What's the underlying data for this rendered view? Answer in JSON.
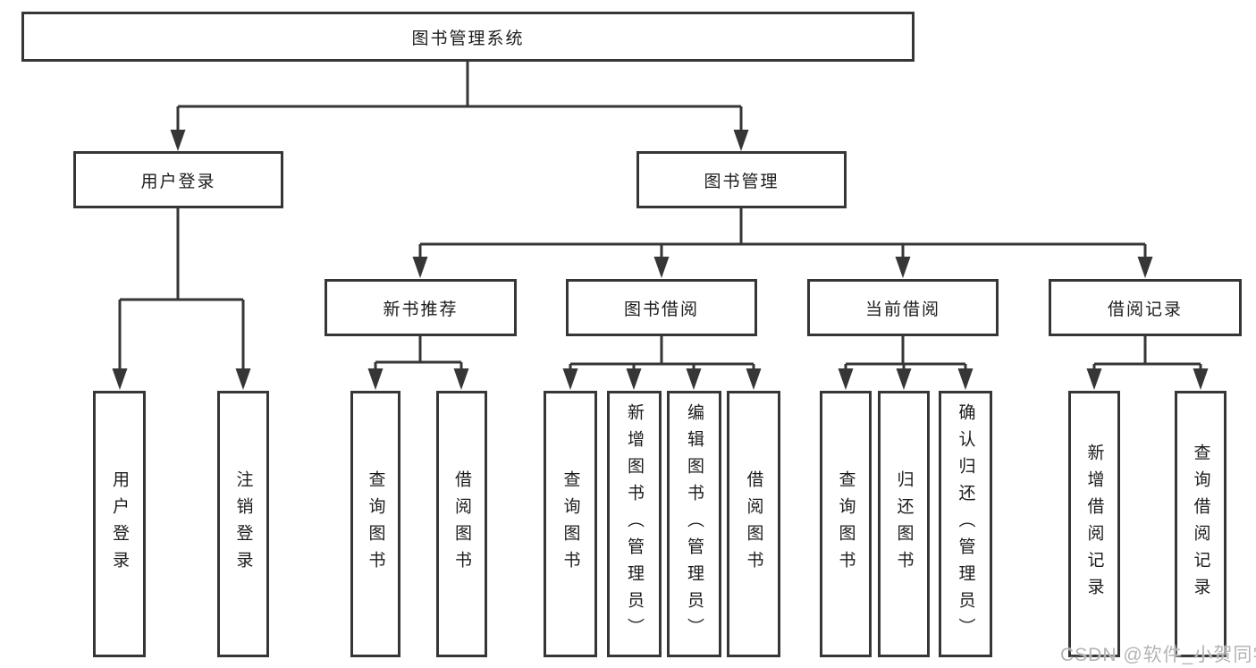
{
  "diagram": {
    "root": {
      "label": "图书管理系统"
    },
    "level2": [
      {
        "id": "user-login",
        "label": "用户登录"
      },
      {
        "id": "book-management",
        "label": "图书管理"
      }
    ],
    "level3": [
      {
        "id": "new-book-recommend",
        "label": "新书推荐",
        "parent": "book-management"
      },
      {
        "id": "book-borrow",
        "label": "图书借阅",
        "parent": "book-management"
      },
      {
        "id": "current-borrow",
        "label": "当前借阅",
        "parent": "book-management"
      },
      {
        "id": "borrow-records",
        "label": "借阅记录",
        "parent": "book-management"
      }
    ],
    "leaves": [
      {
        "parent": "user-login",
        "label": "用户登录"
      },
      {
        "parent": "user-login",
        "label": "注销登录"
      },
      {
        "parent": "new-book-recommend",
        "label": "查询图书"
      },
      {
        "parent": "new-book-recommend",
        "label": "借阅图书"
      },
      {
        "parent": "book-borrow",
        "label": "查询图书"
      },
      {
        "parent": "book-borrow",
        "label": "新增图书（管理员）"
      },
      {
        "parent": "book-borrow",
        "label": "编辑图书（管理员）"
      },
      {
        "parent": "book-borrow",
        "label": "借阅图书"
      },
      {
        "parent": "current-borrow",
        "label": "查询图书"
      },
      {
        "parent": "current-borrow",
        "label": "归还图书"
      },
      {
        "parent": "current-borrow",
        "label": "确认归还（管理员）"
      },
      {
        "parent": "borrow-records",
        "label": "新增借阅记录"
      },
      {
        "parent": "borrow-records",
        "label": "查询借阅记录"
      }
    ]
  },
  "watermark": {
    "text": "CSDN @软件_小贺同学"
  },
  "colors": {
    "line": "#363636",
    "box_border": "#363636",
    "text": "#1c1c1c",
    "background": "#ffffff",
    "watermark_text": "#b4b4b4"
  }
}
